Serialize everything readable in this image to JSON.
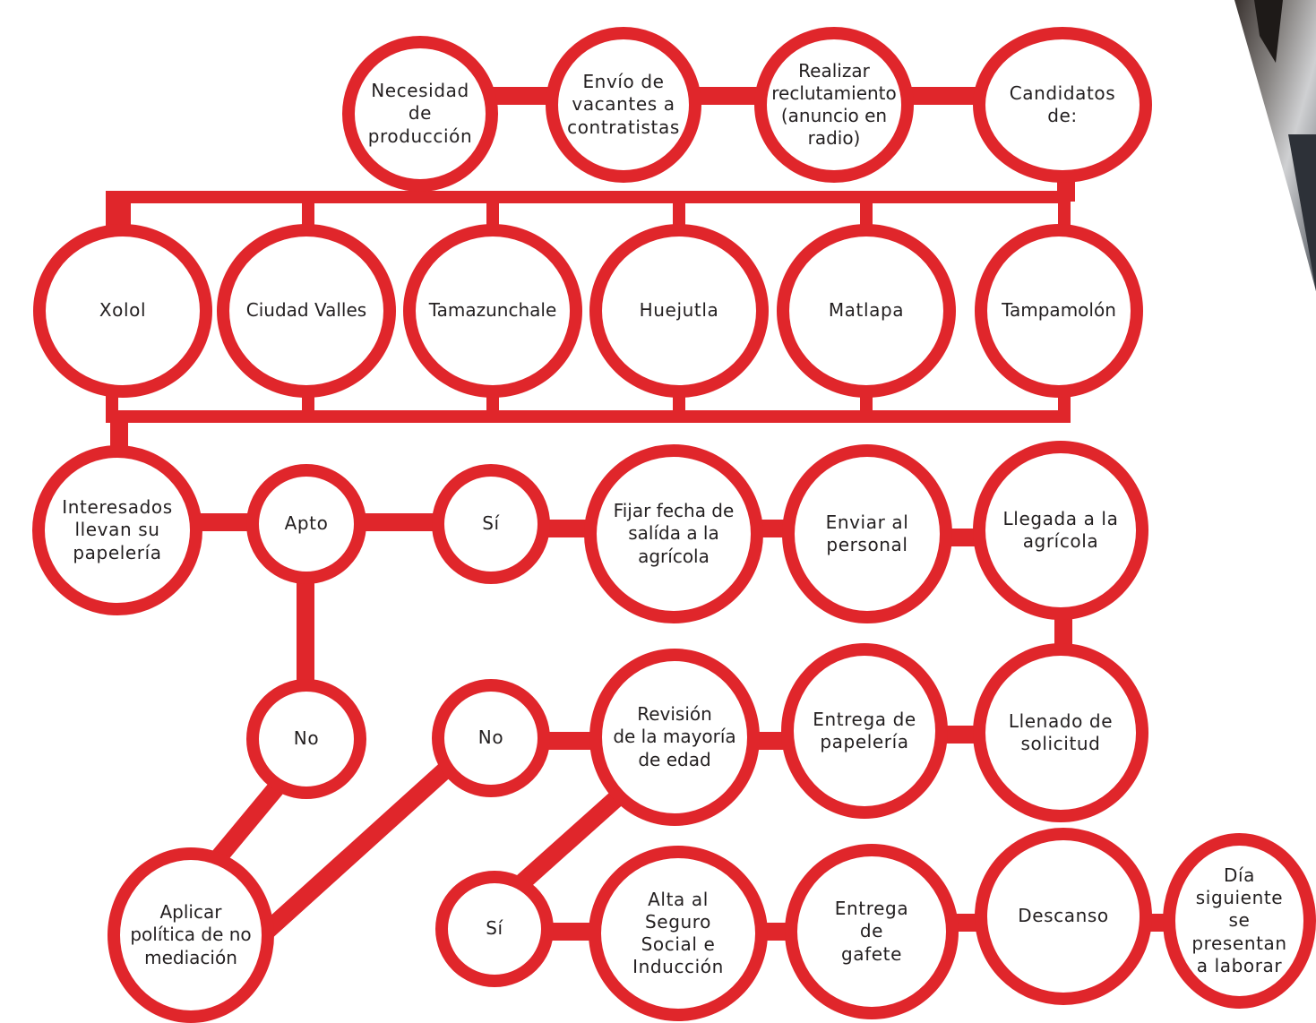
{
  "colors": {
    "accent": "#e0262b",
    "text": "#231f20",
    "background": "#ffffff"
  },
  "nodes": {
    "necesidad": "Necesidad\nde\nproducción",
    "envio": "Envío de\nvacantes a\ncontratistas",
    "realizar": "Realizar\nreclutamiento\n(anuncio en\nradio)",
    "candidatos": "Candidatos\nde:",
    "xolol": "Xolol",
    "ciudad_valles": "Ciudad Valles",
    "tamazunchale": "Tamazunchale",
    "huejutla": "Huejutla",
    "matlapa": "Matlapa",
    "tampamolon": "Tampamolón",
    "interesados": "Interesados\nllevan su\npapelería",
    "apto": "Apto",
    "si_1": "Sí",
    "fijar_fecha": "Fijar fecha de\nsalída a la\nagrícola",
    "enviar_personal": "Enviar al\npersonal",
    "llegada": "Llegada a la\nagrícola",
    "no_1": "No",
    "no_2": "No",
    "revision": "Revisión\nde la mayoría\nde edad",
    "entrega_papeleria": "Entrega de\npapelería",
    "llenado": "Llenado de\nsolicitud",
    "aplicar_politica": "Aplicar\npolítica de no\nmediación",
    "si_2": "Sí",
    "alta_seguro": "Alta al\nSeguro\nSocial e\nInducción",
    "entrega_gafete": "Entrega\nde\ngafete",
    "descanso": "Descanso",
    "dia_siguiente": "Día\nsiguiente\nse\npresentan\na laborar"
  }
}
